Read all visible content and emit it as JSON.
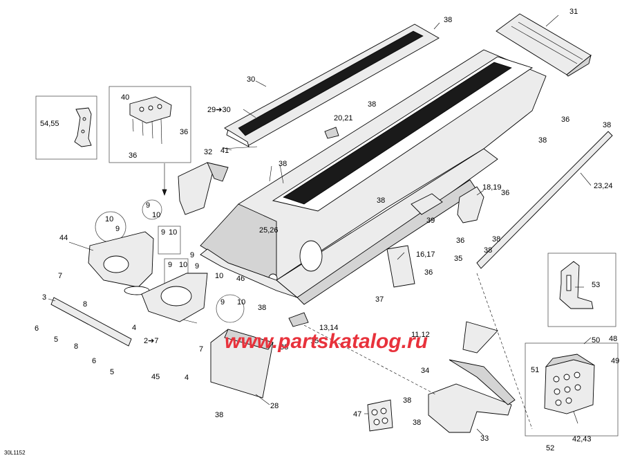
{
  "labels": {
    "l31": "31",
    "l38a": "38",
    "l30": "30",
    "l29_30": "29➔30",
    "l41": "41",
    "l38b": "38",
    "l20_21": "20,21",
    "l36a": "36",
    "l38c": "38",
    "l38d": "38",
    "l23_24": "23,24",
    "l38e": "38",
    "l32": "32",
    "l54_55": "54,55",
    "l40": "40",
    "l36b": "36",
    "l36c": "36",
    "l18_19": "18,19",
    "l36d": "36",
    "l38f": "38",
    "l39": "39",
    "l25_26": "25,26",
    "l36e": "36",
    "l38g": "38",
    "l35": "35",
    "l38h": "38",
    "l9a": "9",
    "l10a": "10",
    "l10b": "10",
    "l9b": "9",
    "l44": "44",
    "l9c": "9",
    "l10c": "10",
    "l9d": "9",
    "l16_17": "16,17",
    "l36f": "36",
    "l9e": "9",
    "l10d": "10",
    "l7a": "7",
    "l9f": "9",
    "l10e": "10",
    "l46": "46",
    "l53": "53",
    "l37": "37",
    "l38i": "38",
    "l9g": "9",
    "l10f": "10",
    "l3": "3",
    "l8a": "8",
    "l4a": "4",
    "l13_14": "13,14",
    "l6a": "6",
    "l5a": "5",
    "l8b": "8",
    "l2_7": "2➔7",
    "l7b": "7",
    "l15": "15",
    "l11_12": "11,12",
    "l50": "50",
    "l48": "48",
    "l38j": "38",
    "l49": "49",
    "l6b": "6",
    "l5b": "5",
    "l45": "45",
    "l4b": "4",
    "l34": "34",
    "l51": "51",
    "l38k": "38",
    "l38l": "38",
    "l28": "28",
    "l47": "47",
    "l38m": "38",
    "l33": "33",
    "l42_43": "42,43",
    "l52": "52"
  },
  "watermark": "www.partskatalog.ru",
  "drawing_code": "30L1152",
  "colors": {
    "line": "#000000",
    "fill_light": "#ececec",
    "fill_mid": "#d4d4d4",
    "watermark": "#e8323c",
    "box": "#555555"
  }
}
